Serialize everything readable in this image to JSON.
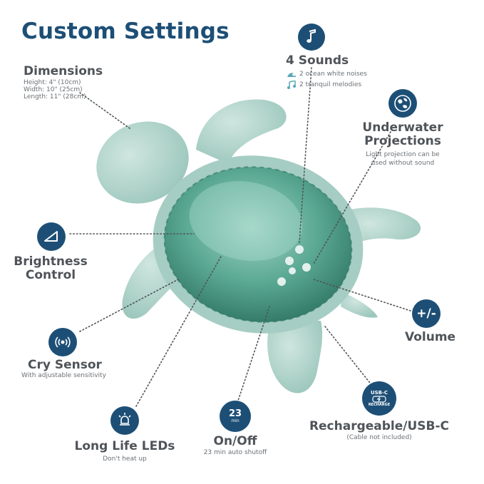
{
  "title": "Custom Settings",
  "dimensions": {
    "heading": "Dimensions",
    "height": "Height: 4\" (10cm)",
    "width": "Width: 10\" (25cm)",
    "length": "Length: 11\" (28cm)"
  },
  "sounds": {
    "heading": "4 Sounds",
    "line1": "2 ocean white noises",
    "line2": "2 tranquil melodies"
  },
  "projections": {
    "heading_line1": "Underwater",
    "heading_line2": "Projections",
    "sub_line1": "Light projection can be",
    "sub_line2": "used without sound"
  },
  "brightness": {
    "heading_line1": "Brightness",
    "heading_line2": "Control"
  },
  "volume": {
    "heading": "Volume",
    "icon_text": "+/-"
  },
  "cry_sensor": {
    "heading": "Cry Sensor",
    "sub": "With adjustable sensitivity"
  },
  "leds": {
    "heading": "Long Life LEDs",
    "sub": "Don't heat up"
  },
  "onoff": {
    "heading": "On/Off",
    "sub": "23 min auto shutoff",
    "icon_number": "23",
    "icon_unit": "min"
  },
  "rechargeable": {
    "heading": "Rechargeable/USB-C",
    "sub": "(Cable not included)",
    "icon_top": "USB-C",
    "icon_bottom": "RECHARGE"
  },
  "colors": {
    "brand_navy": "#1d4f76",
    "text_gray": "#4f5459",
    "turtle_mint": "#a9cfc6",
    "shell_green": "#4e9a86"
  }
}
